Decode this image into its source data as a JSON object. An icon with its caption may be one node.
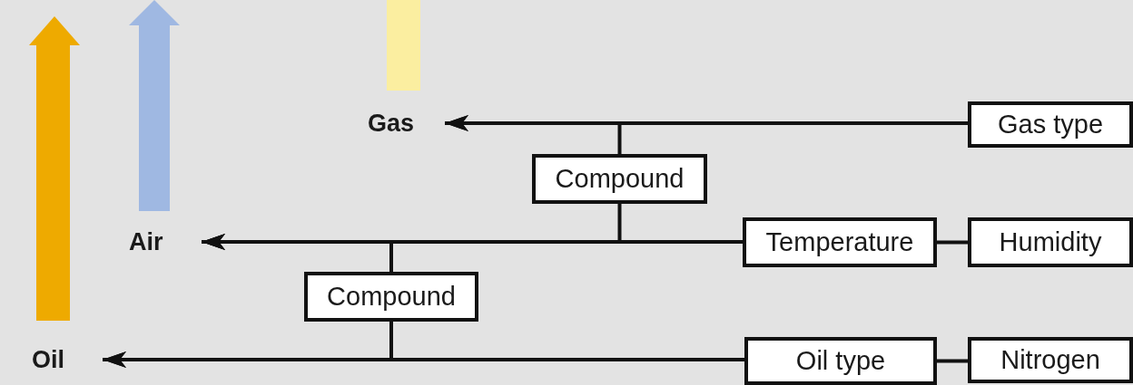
{
  "diagram": {
    "nodes": [
      {
        "text": [
          "Gas"
        ]
      },
      {
        "text": [
          "Gas type"
        ]
      },
      {
        "text": [
          "Compound"
        ]
      },
      {
        "text": [
          "Air"
        ]
      },
      {
        "text": [
          "Temperature"
        ]
      },
      {
        "text": [
          "Humidity"
        ]
      },
      {
        "text": [
          "Compound"
        ]
      },
      {
        "text": [
          "Oil"
        ]
      },
      {
        "text": [
          "Oil type"
        ]
      },
      {
        "text": [
          "Nitrogen"
        ]
      }
    ],
    "edges": [
      {
        "from": 1,
        "to": 0,
        "arrow": "to"
      },
      {
        "from": 2,
        "to": 0,
        "arrow": "to"
      },
      {
        "from": 2,
        "to": 3,
        "arrow": "to"
      },
      {
        "from": 5,
        "to": 4,
        "arrow": "none"
      },
      {
        "from": 4,
        "to": 3,
        "arrow": "to"
      },
      {
        "from": 6,
        "to": 3,
        "arrow": "to"
      },
      {
        "from": 6,
        "to": 7,
        "arrow": "to"
      },
      {
        "from": 9,
        "to": 8,
        "arrow": "none"
      },
      {
        "from": 8,
        "to": 7,
        "arrow": "to"
      }
    ]
  }
}
